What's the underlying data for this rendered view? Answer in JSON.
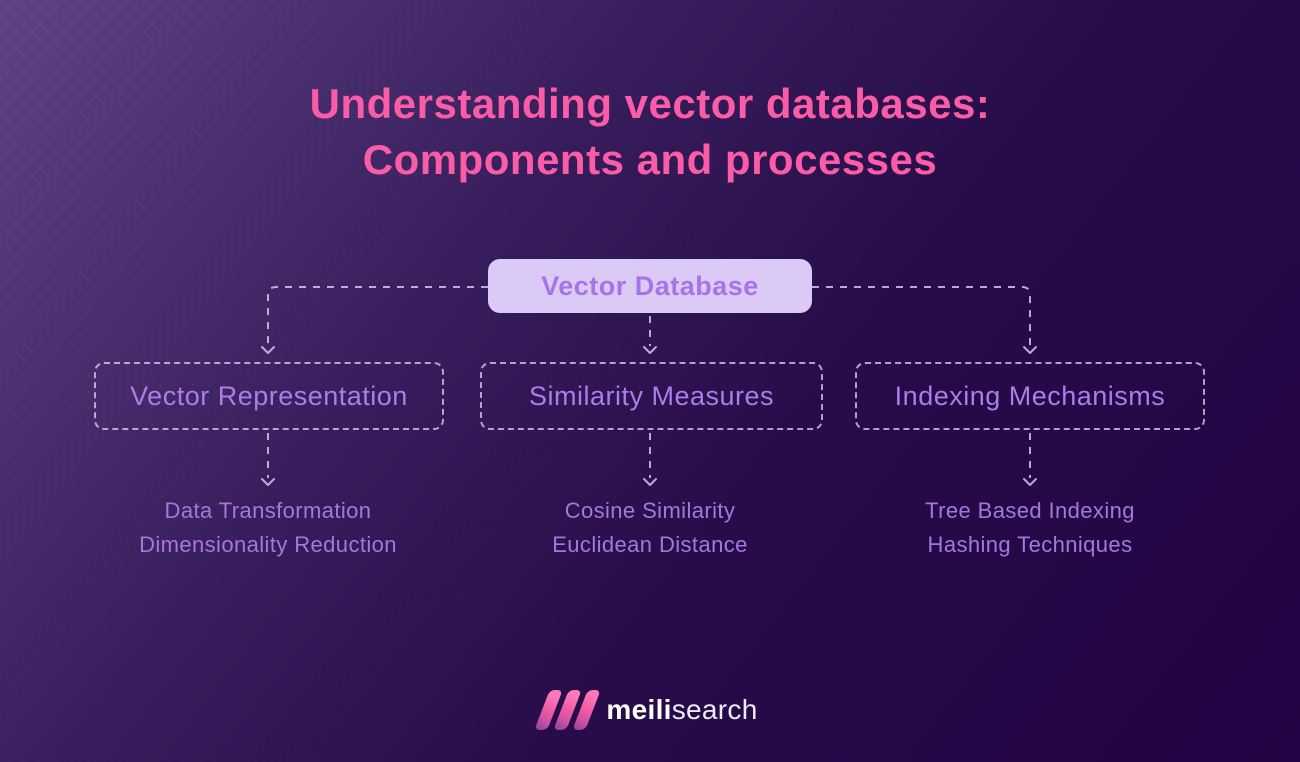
{
  "title": {
    "line1": "Understanding vector databases:",
    "line2": "Components and processes"
  },
  "tree": {
    "root": {
      "label": "Vector Database"
    },
    "branches": [
      {
        "label": "Vector Representation",
        "children": [
          "Data Transformation",
          "Dimensionality Reduction"
        ]
      },
      {
        "label": "Similarity Measures",
        "children": [
          "Cosine Similarity",
          "Euclidean Distance"
        ]
      },
      {
        "label": "Indexing Mechanisms",
        "children": [
          "Tree Based Indexing",
          "Hashing Techniques"
        ]
      }
    ]
  },
  "footer": {
    "brand_bold": "meili",
    "brand_light": "search"
  },
  "colors": {
    "background_top_left": "#5d4383",
    "background_bottom_right": "#220343",
    "title_pink": "#fb5ca6",
    "root_box_background": "#dccaf6",
    "root_box_text": "#a873e8",
    "branch_border": "#ded5f3",
    "branch_text": "#ab7de9",
    "leaf_text": "#a577dd",
    "connector": "#d2c7ea",
    "logo_pink": "#f25ba6"
  }
}
